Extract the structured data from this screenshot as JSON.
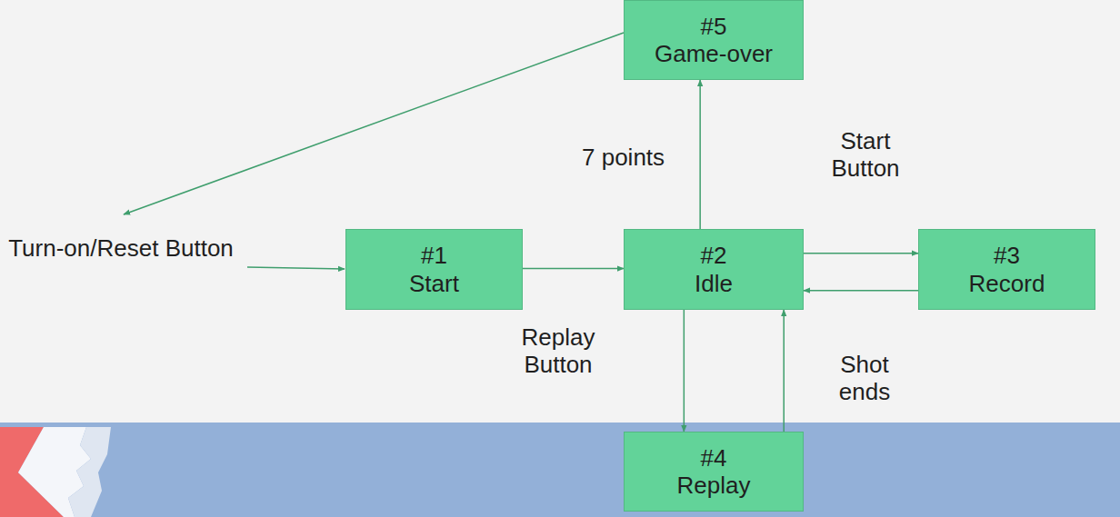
{
  "diagram": {
    "nodes": [
      {
        "text": [
          "#5",
          "Game-over"
        ]
      },
      {
        "text": [
          "#1",
          "Start"
        ]
      },
      {
        "text": [
          "#2",
          "Idle"
        ]
      },
      {
        "text": [
          "#3",
          "Record"
        ]
      },
      {
        "text": [
          "#4",
          "Replay"
        ]
      }
    ],
    "edges": [
      {
        "from": 1,
        "to": 2,
        "arrow": "to"
      },
      {
        "from": 2,
        "to": 0,
        "label": "7 points",
        "arrow": "to"
      },
      {
        "from": 2,
        "to": 3,
        "label": "Start Button",
        "arrow": "to"
      },
      {
        "from": 3,
        "to": 2,
        "label": "Shot ends",
        "arrow": "to"
      },
      {
        "from": 2,
        "to": 4,
        "label": "Replay Button",
        "arrow": "to"
      },
      {
        "from": 4,
        "to": 2,
        "arrow": "to"
      }
    ],
    "labels": [
      "Turn-on/Reset Button"
    ]
  }
}
